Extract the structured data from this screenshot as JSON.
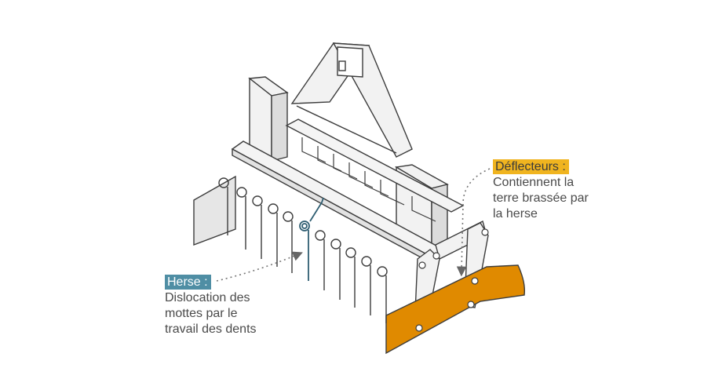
{
  "callouts": {
    "herse": {
      "title": "Herse :",
      "lines": [
        "Dislocation des",
        "mottes par le",
        "travail des dents"
      ],
      "tag_color": "#4f8ea4"
    },
    "deflecteurs": {
      "title": "Déflecteurs :",
      "lines": [
        "Contiennent la",
        "terre brassée par",
        "la herse"
      ],
      "tag_color": "#f0b41f"
    }
  },
  "colors": {
    "outline": "#3c3c3c",
    "steel": "#eeeeee",
    "deflector_orange": "#e08a00",
    "highlight_tine": "#2f5e72",
    "leader": "#777777"
  }
}
